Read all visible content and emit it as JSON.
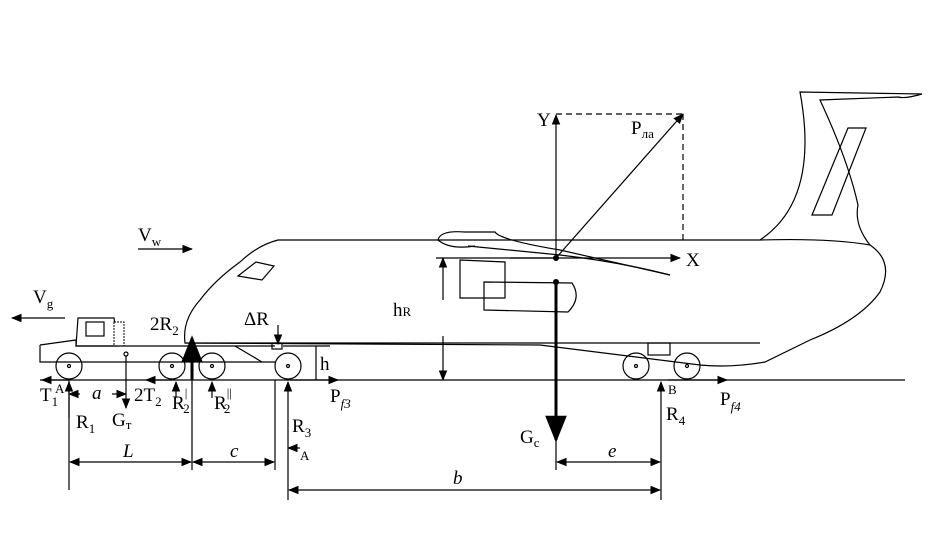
{
  "labels": {
    "vw": "V",
    "vw_sub": "w",
    "vg": "V",
    "vg_sub": "g",
    "y_axis": "Y",
    "x_axis": "X",
    "p_la": "P",
    "p_la_sub": "ла",
    "h_r": "h",
    "h_r_sub": "R",
    "r2_double": "2R",
    "r2_double_sub": "2",
    "delta_r": "ΔR",
    "h": "h",
    "t1": "T",
    "t1_sub": "1",
    "point_a_left": "A",
    "a": "a",
    "t2": "2T",
    "t2_sub": "2",
    "r2_prime": "R",
    "r2_prime_sub": "2",
    "r2_prime_sup": "|",
    "r2_dprime": "R",
    "r2_dprime_sub": "2",
    "r2_dprime_sup": "||",
    "r1": "R",
    "r1_sub": "1",
    "gt": "G",
    "gt_sub": "т",
    "r3": "R",
    "r3_sub": "3",
    "pf3": "P",
    "pf3_sub": "f3",
    "gc": "G",
    "gc_sub": "c",
    "point_b": "B",
    "r4": "R",
    "r4_sub": "4",
    "pf4": "P",
    "pf4_sub": "f4",
    "L": "L",
    "c": "c",
    "point_a": "A",
    "e": "e",
    "b": "b"
  },
  "icons": [
    "arrow-icon",
    "wheel-icon",
    "tractor-icon",
    "aircraft-icon"
  ]
}
